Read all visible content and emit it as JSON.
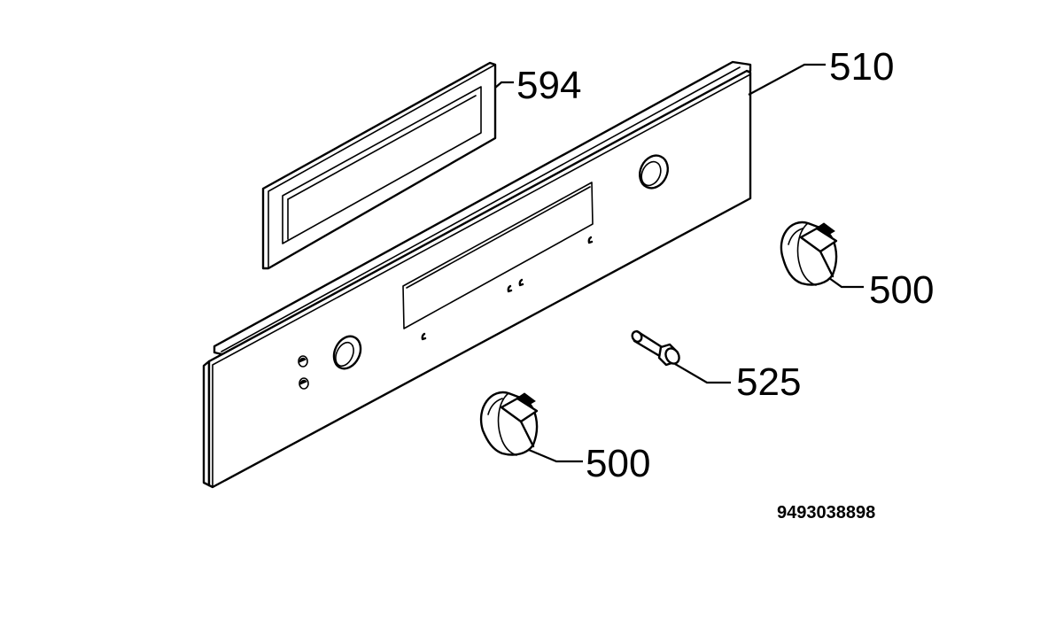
{
  "callouts": {
    "panel_insert": "594",
    "control_panel": "510",
    "knob_right": "500",
    "knob_left": "500",
    "spindle": "525"
  },
  "document_number": "9493038898"
}
